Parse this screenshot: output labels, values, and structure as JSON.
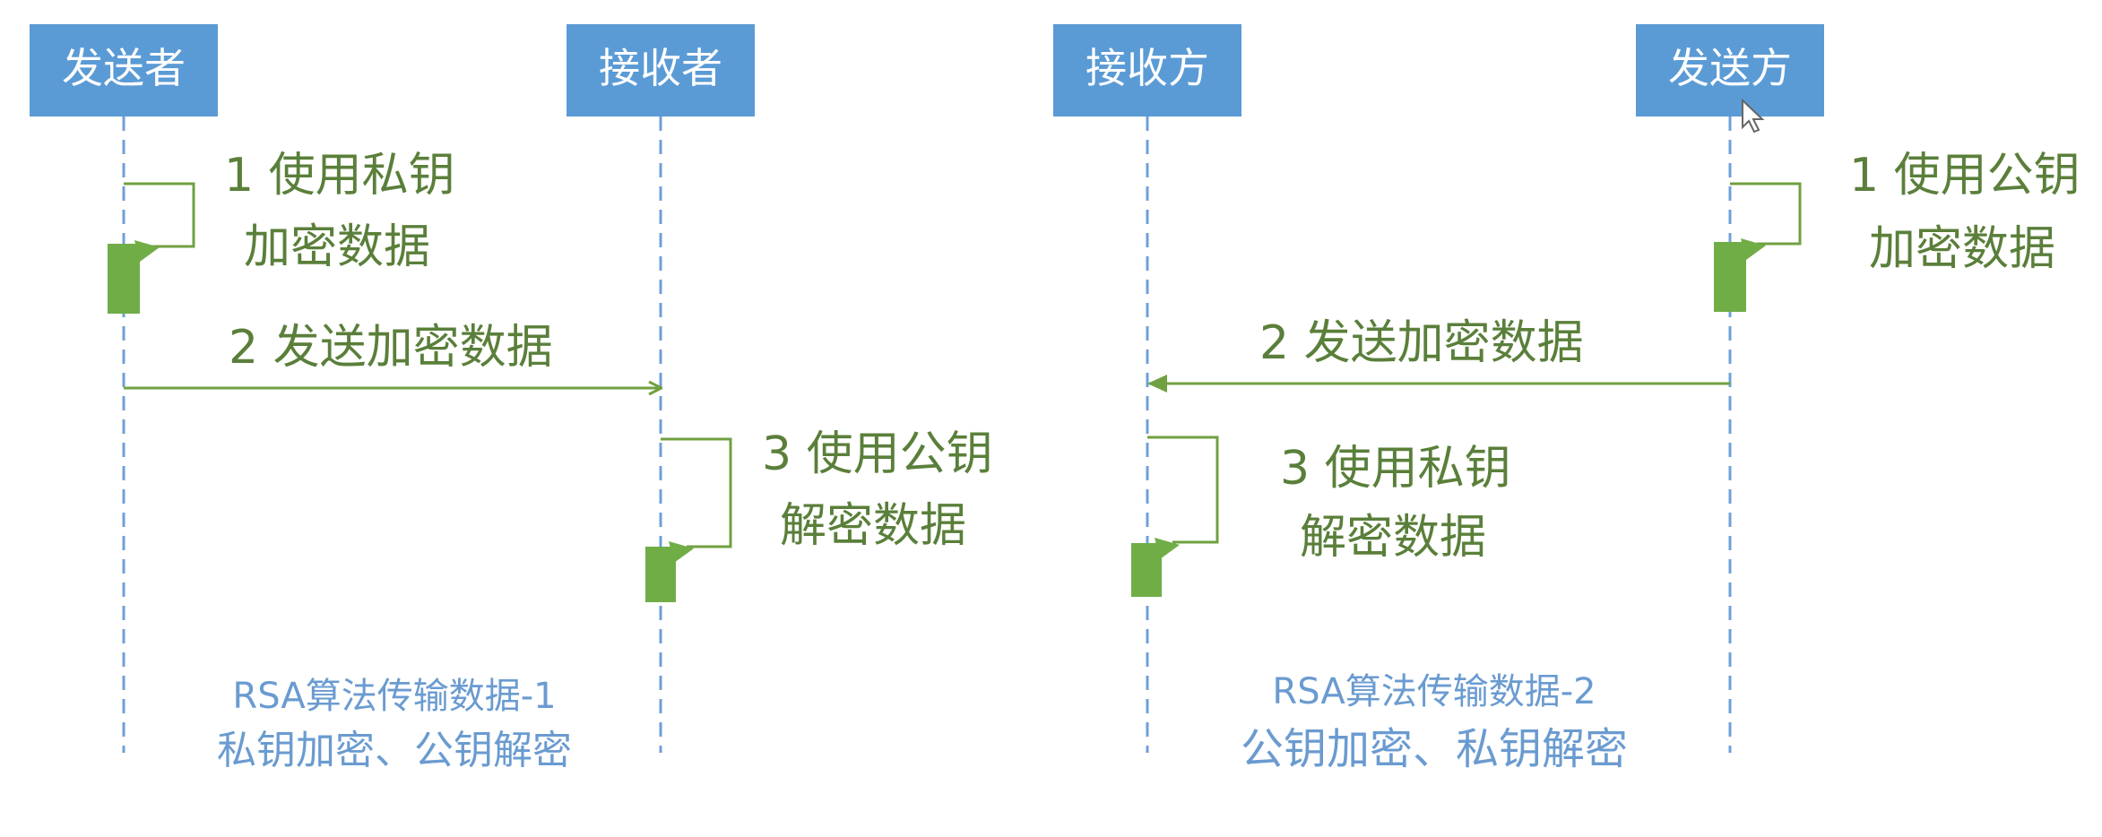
{
  "diagram1": {
    "actors": {
      "left": "发送者",
      "right": "接收者"
    },
    "steps": {
      "s1_line1": "1 使用私钥",
      "s1_line2": "加密数据",
      "s2": "2 发送加密数据",
      "s3_line1": "3 使用公钥",
      "s3_line2": "解密数据"
    },
    "caption": {
      "line1": "RSA算法传输数据-1",
      "line2": "私钥加密、公钥解密"
    }
  },
  "diagram2": {
    "actors": {
      "left": "接收方",
      "right": "发送方"
    },
    "steps": {
      "s1_line1": "1 使用公钥",
      "s1_line2": "加密数据",
      "s2": "2 发送加密数据",
      "s3_line1": "3 使用私钥",
      "s3_line2": "解密数据"
    },
    "caption": {
      "line1": "RSA算法传输数据-2",
      "line2": "公钥加密、私钥解密"
    }
  },
  "colors": {
    "actor_fill": "#5b9bd5",
    "lifeline": "#6fa0d8",
    "message": "#70a040",
    "activation": "#70ad47",
    "step_text": "#5a7f3a",
    "caption_text": "#6a9bd0"
  }
}
